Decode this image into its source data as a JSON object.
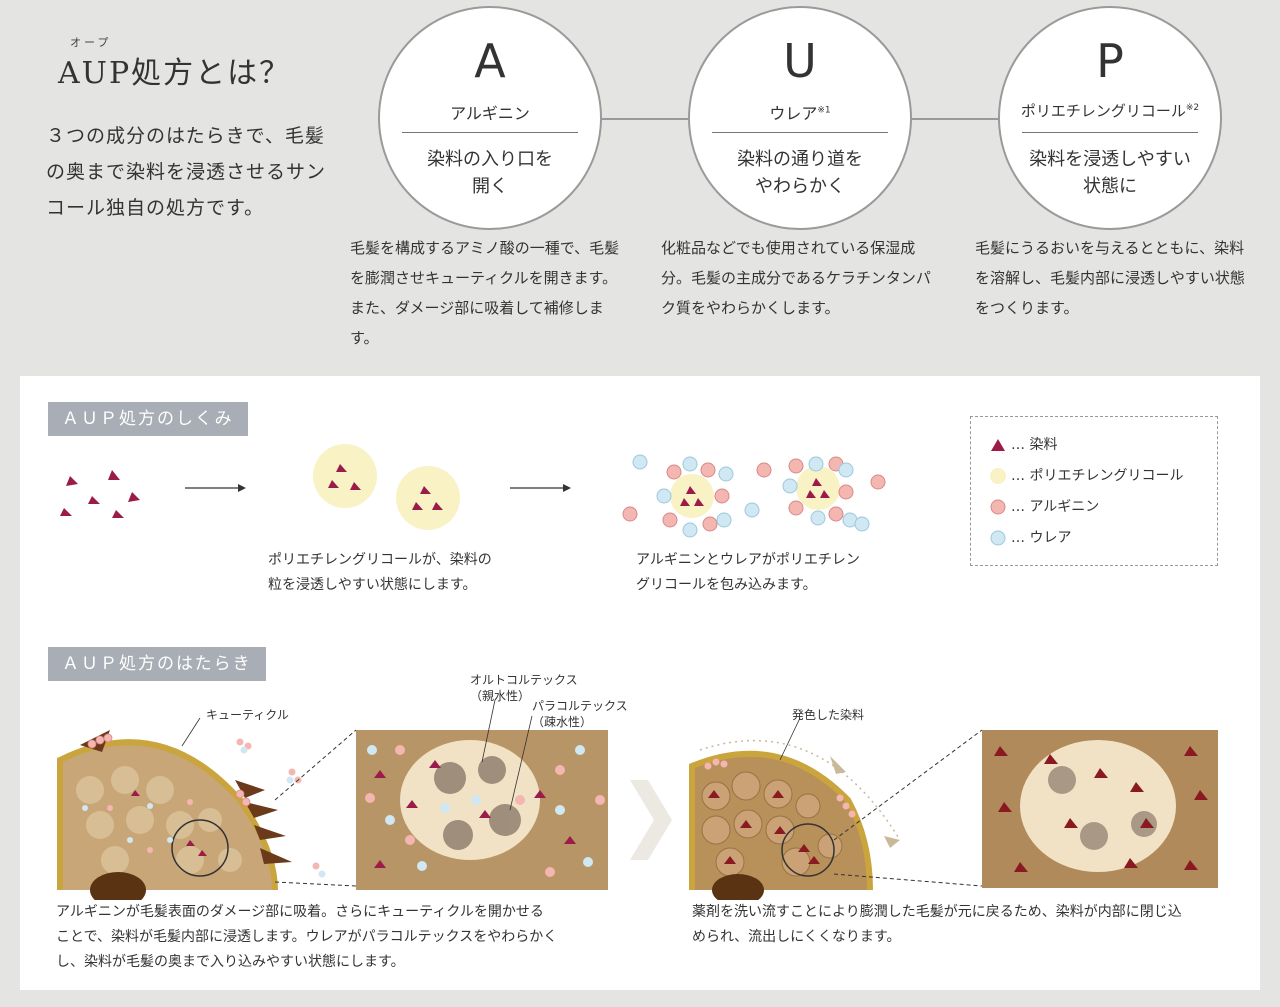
{
  "header": {
    "ruby": "オープ",
    "title": "AUP処方とは？",
    "intro": "３つの成分のはたらきで、毛髪の奥まで染料を浸透させるサンコール独自の処方です。"
  },
  "components": [
    {
      "letter": "A",
      "name": "アルギニン",
      "note": "",
      "effect_line1": "染料の入り口を",
      "effect_line2": "開く",
      "description": "毛髪を構成するアミノ酸の一種で、毛髪を膨潤させキューティクルを開きます。また、ダメージ部に吸着して補修します。"
    },
    {
      "letter": "U",
      "name": "ウレア",
      "note": "※1",
      "effect_line1": "染料の通り道を",
      "effect_line2": "やわらかく",
      "description": "化粧品などでも使用されている保湿成分。毛髪の主成分であるケラチンタンパク質をやわらかくします。"
    },
    {
      "letter": "P",
      "name": "ポリエチレングリコール",
      "note": "※2",
      "effect_line1": "染料を浸透しやすい",
      "effect_line2": "状態に",
      "description": "毛髪にうるおいを与えるとともに、染料を溶解し、毛髪内部に浸透しやすい状態をつくります。"
    }
  ],
  "mechanism": {
    "heading": "ＡＵＰ処方のしくみ",
    "caption1_line1": "ポリエチレングリコールが、染料の",
    "caption1_line2": "粒を浸透しやすい状態にします。",
    "caption2_line1": "アルギニンとウレアがポリエチレン",
    "caption2_line2": "グリコールを包み込みます。"
  },
  "legend": [
    {
      "label": "… 染料",
      "symbol": "triangle"
    },
    {
      "label": "… ポリエチレングリコール",
      "symbol": "yellow-circle"
    },
    {
      "label": "… アルギニン",
      "symbol": "pink-circle"
    },
    {
      "label": "… ウレア",
      "symbol": "blue-circle"
    }
  ],
  "action": {
    "heading": "ＡＵＰ処方のはたらき",
    "label_cuticle": "キューティクル",
    "label_ortho_line1": "オルトコルテックス",
    "label_ortho_line2": "（親水性）",
    "label_para_line1": "パラコルテックス",
    "label_para_line2": "（疎水性）",
    "label_colored": "発色した染料",
    "caption_left_line1": "アルギニンが毛髪表面のダメージ部に吸着。さらにキューティクルを開かせる",
    "caption_left_line2": "ことで、染料が毛髪内部に浸透します。ウレアがパラコルテックスをやわらかく",
    "caption_left_line3": "し、染料が毛髪の奥まで入り込みやすい状態にします。",
    "caption_right_line1": "薬剤を洗い流すことにより膨潤した毛髪が元に戻るため、染料が内部に閉じ込",
    "caption_right_line2": "められ、流出しにくくなります。"
  },
  "colors": {
    "dye": "#9b1c4a",
    "peg": "#f8f2c4",
    "arginine": "#f2a6a6",
    "urea": "#bfe0ef",
    "hair": "#b89566",
    "pill": "#a9adb5"
  }
}
